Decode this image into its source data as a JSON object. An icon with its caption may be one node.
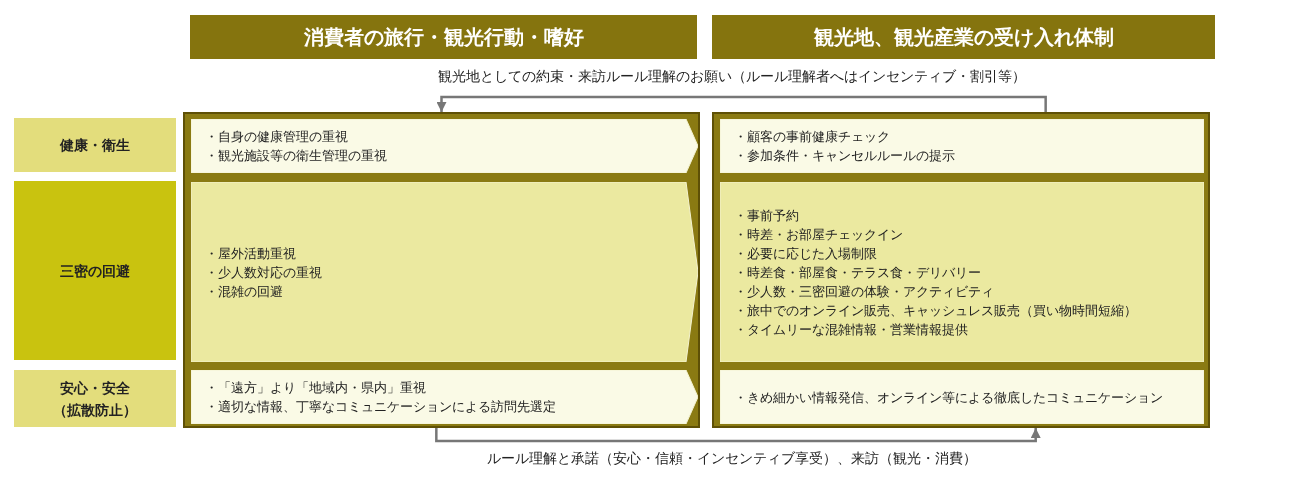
{
  "diagram": {
    "nodes": [
      {
        "text": [
          "消費者の旅行・観光行動・嗜好"
        ]
      },
      {
        "text": [
          "観光地、観光産業の受け入れ体制"
        ]
      },
      {
        "text": [],
        "shape": "box"
      },
      {
        "text": [],
        "shape": "box"
      },
      {
        "text": [
          "健康・衛生"
        ]
      },
      {
        "text": [
          "・自身の健康管理の重視",
          "・観光施設等の衛生管理の重視"
        ],
        "in": 2
      },
      {
        "text": [
          "・顧客の事前健康チェック",
          "・参加条件・キャンセルルールの提示"
        ],
        "in": 3
      },
      {
        "text": [
          "三密の回避"
        ]
      },
      {
        "text": [
          "・屋外活動重視",
          "・少人数対応の重視",
          "・混雑の回避"
        ],
        "in": 2
      },
      {
        "text": [
          "・事前予約",
          "・時差・お部屋チェックイン",
          "・必要に応じた入場制限",
          "・時差食・部屋食・テラス食・デリバリー",
          "・少人数・三密回避の体験・アクティビティ",
          "・旅中でのオンライン販売、キャッシュレス販売（買い物時間短縮）",
          "・タイムリーな混雑情報・営業情報提供"
        ],
        "in": 3
      },
      {
        "text": [
          "安心・安全（拡散防止）"
        ]
      },
      {
        "text": [
          "・「遠方」より「地域内・県内」重視",
          "・適切な情報、丁寧なコミュニケーションによる訪問先選定"
        ],
        "in": 2
      },
      {
        "text": [
          "・きめ細かい情報発信、オンライン等による徹底したコミュニケーション"
        ],
        "in": 3
      }
    ],
    "edges": [
      {
        "from": 3,
        "to": 2,
        "arrow": "to",
        "label": "観光地としての約束・来訪ルール理解のお願い（ルール理解者へはインセンティブ・割引等）"
      },
      {
        "from": 2,
        "to": 3,
        "arrow": "to",
        "label": "ルール理解と承諾（安心・信頼・インセンティブ享受）、来訪（観光・消費）"
      }
    ]
  }
}
